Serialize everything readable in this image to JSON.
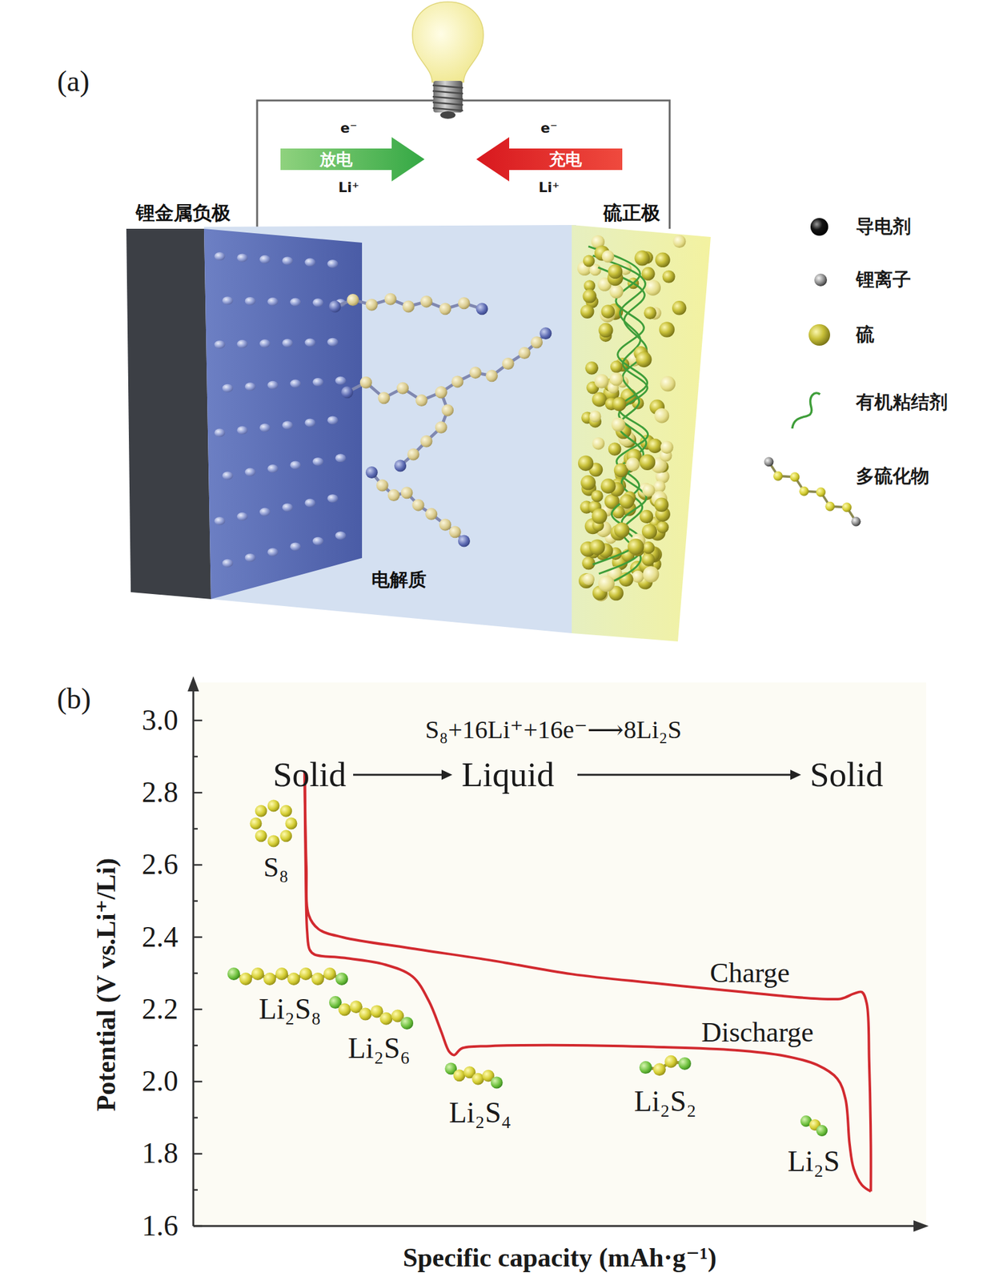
{
  "diagram": {
    "nodes": [
      {
        "text": [
          "e⁻",
          "放电",
          "Li⁺"
        ]
      },
      {
        "text": [
          "e⁻",
          "充电",
          "Li⁺"
        ]
      },
      {
        "text": [
          "锂金属负极"
        ]
      },
      {
        "text": [
          "电解质"
        ]
      },
      {
        "text": [
          "硫正极"
        ]
      }
    ],
    "edges": [
      {
        "from": 2,
        "to": 4,
        "arrow": "none"
      }
    ],
    "labels": [
      "(a)",
      "(b)",
      "S₈+16Li⁺+16e⁻⟶8Li₂S",
      "Solid",
      "Liquid",
      "Solid",
      "3.0",
      "2.8",
      "2.6",
      "2.4",
      "2.2",
      "2.0",
      "1.8",
      "1.6",
      "S₈",
      "Li₂S₈",
      "Li₂S₆",
      "Li₂S₄",
      "Li₂S₂",
      "Li₂S",
      "Charge",
      "Discharge",
      "Potential (V vs.Li⁺/Li)",
      "Specific capacity (mAh·g⁻¹)"
    ],
    "legend": [
      {
        "text": "导电剂"
      },
      {
        "text": "锂离子"
      },
      {
        "text": "硫"
      },
      {
        "text": "有机粘结剂"
      },
      {
        "text": "多硫化物"
      }
    ]
  }
}
